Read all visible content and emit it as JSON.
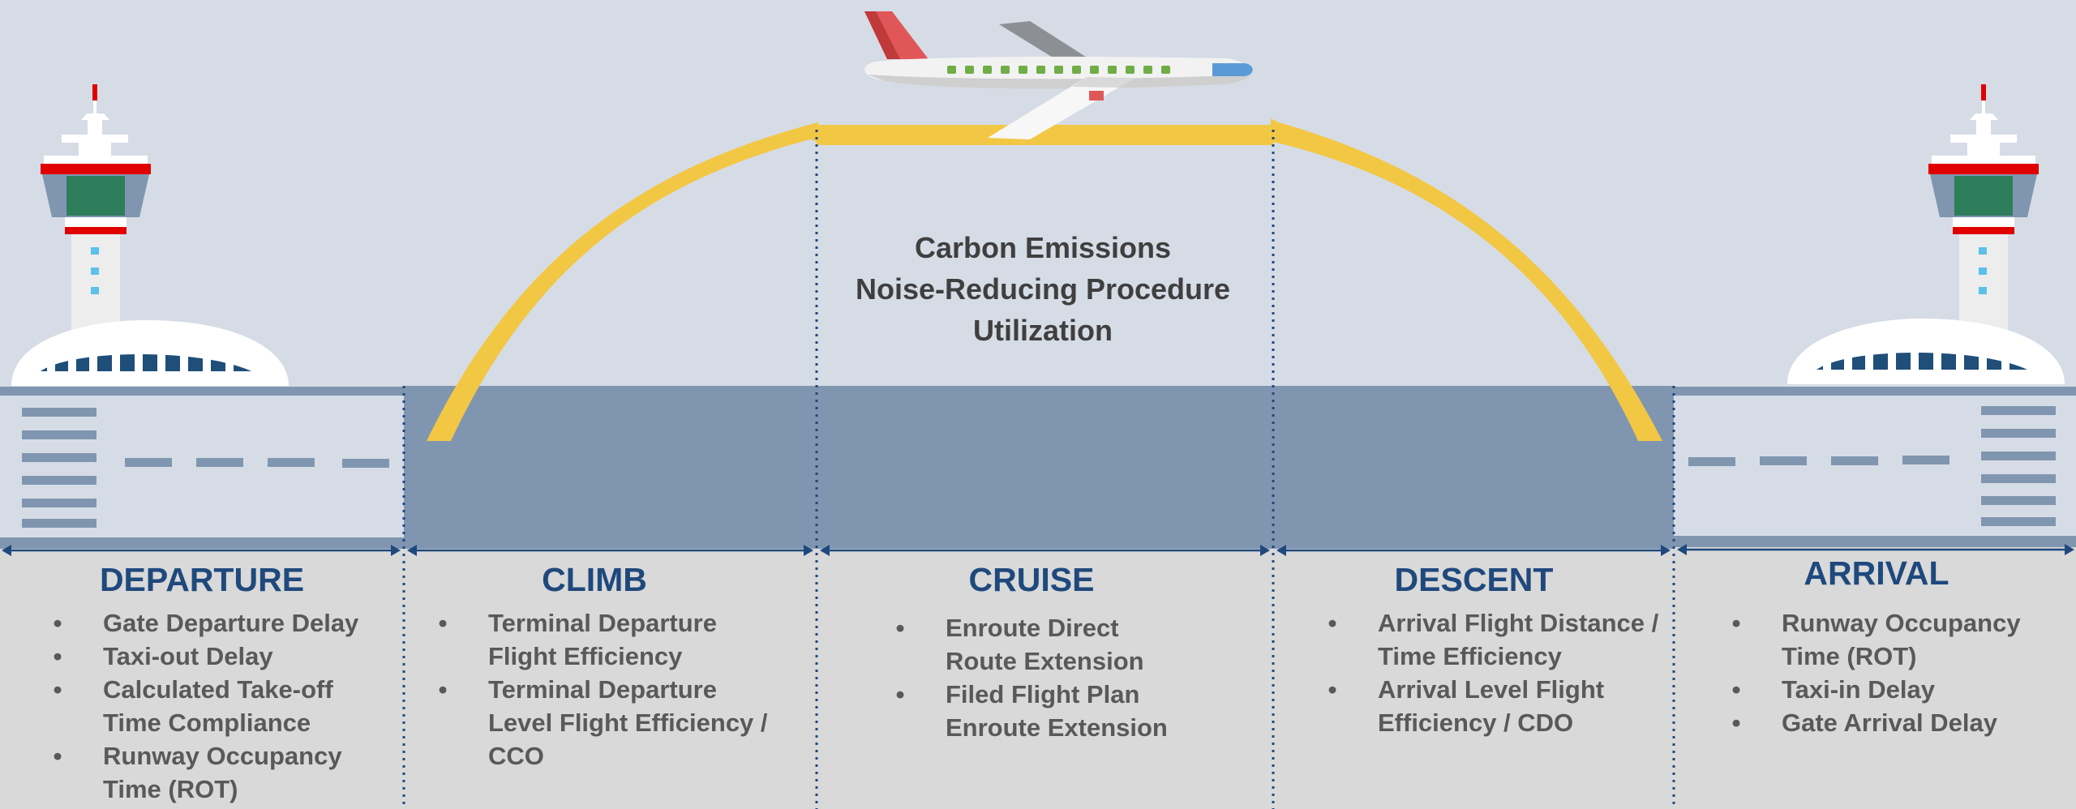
{
  "diagram": {
    "center_metrics": [
      "Carbon Emissions",
      "Noise-Reducing Procedure",
      "Utilization"
    ],
    "phases": [
      {
        "title": "DEPARTURE",
        "items": [
          "Gate Departure Delay",
          "Taxi-out Delay",
          "Calculated Take-off Time Compliance",
          "Runway Occupancy Time (ROT)"
        ]
      },
      {
        "title": "CLIMB",
        "items": [
          "Terminal Departure Flight Efficiency",
          "Terminal Departure Level Flight Efficiency / CCO"
        ]
      },
      {
        "title": "CRUISE",
        "items": [
          "Enroute Direct Route Extension",
          "Filed Flight Plan Enroute Extension"
        ]
      },
      {
        "title": "DESCENT",
        "items": [
          "Arrival Flight Distance / Time Efficiency",
          "Arrival Level Flight Efficiency / CDO"
        ]
      },
      {
        "title": "ARRIVAL",
        "items": [
          "Runway Occupancy Time (ROT)",
          "Taxi-in Delay",
          "Gate Arrival Delay"
        ]
      }
    ]
  },
  "colors": {
    "sky": "#d6dce6",
    "ground": "#d9d9d9",
    "band": "#8096b0",
    "arc": "#f2c744",
    "phase_title": "#1f497d",
    "body_text": "#595959",
    "divider": "#1f497d"
  }
}
